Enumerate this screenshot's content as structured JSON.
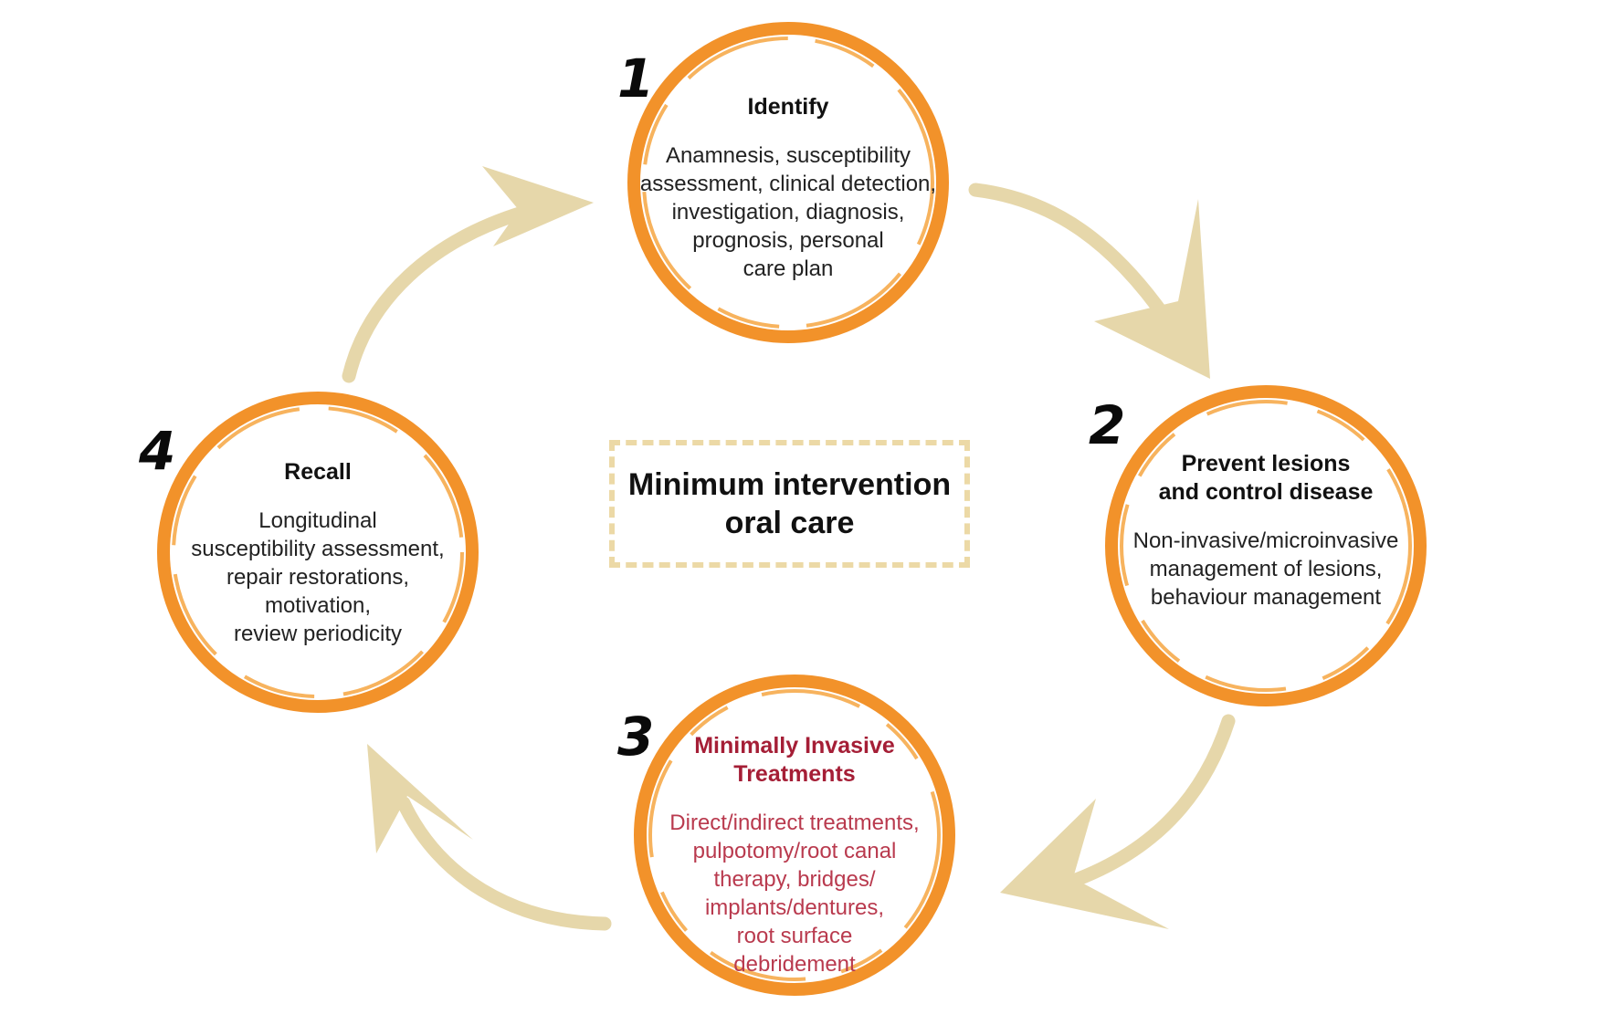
{
  "center": {
    "lines": [
      "Minimum intervention",
      "oral care"
    ]
  },
  "steps": [
    {
      "number": "1",
      "title": [
        "Identify"
      ],
      "body": [
        "Anamnesis, susceptibility",
        "assessment, clinical detection,",
        "investigation, diagnosis,",
        "prognosis, personal",
        "care plan"
      ]
    },
    {
      "number": "2",
      "title": [
        "Prevent lesions",
        "and control disease"
      ],
      "body": [
        "Non-invasive/microinvasive",
        "management of lesions,",
        "behaviour management"
      ]
    },
    {
      "number": "3",
      "title": [
        "Minimally Invasive",
        "Treatments"
      ],
      "body": [
        "Direct/indirect treatments,",
        "pulpotomy/root canal",
        "therapy, bridges/",
        "implants/dentures,",
        "root surface",
        "debridement"
      ]
    },
    {
      "number": "4",
      "title": [
        "Recall"
      ],
      "body": [
        "Longitudinal",
        "susceptibility assessment,",
        "repair restorations,",
        "motivation,",
        "review periodicity"
      ]
    }
  ],
  "colors": {
    "ring": "#f2922a",
    "ring_light": "#f7b35e",
    "arrow": "#e6d7aa",
    "accent_text": "#a51e36",
    "box_border": "#ecd9a6"
  },
  "icons": [
    "curved-arrow-icon"
  ]
}
